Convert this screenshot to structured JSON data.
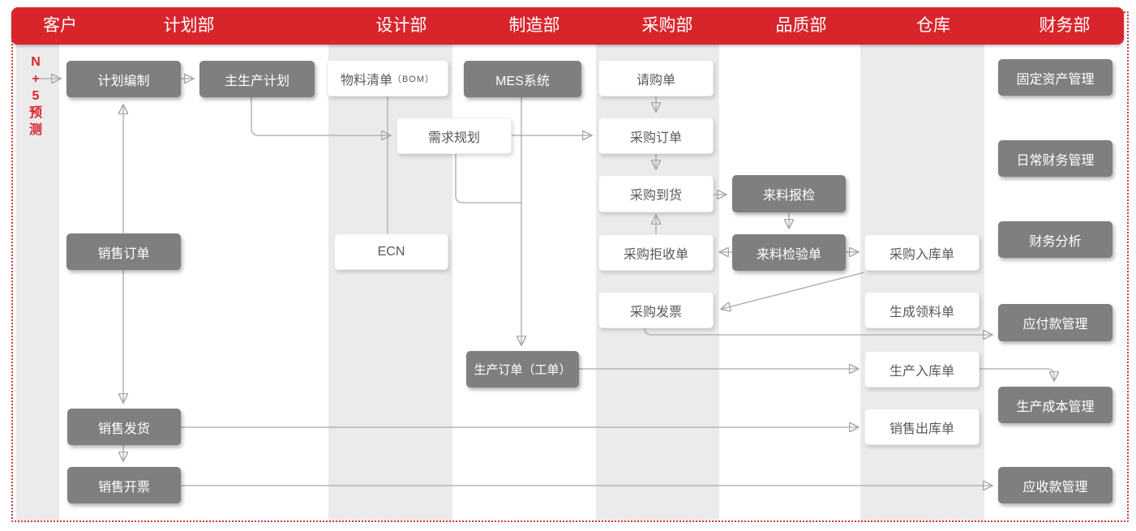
{
  "header": {
    "departments": [
      {
        "id": "customer",
        "label": "客户"
      },
      {
        "id": "planning",
        "label": "计划部"
      },
      {
        "id": "design",
        "label": "设计部"
      },
      {
        "id": "manufacturing",
        "label": "制造部"
      },
      {
        "id": "purchasing",
        "label": "采购部"
      },
      {
        "id": "quality",
        "label": "品质部"
      },
      {
        "id": "warehouse",
        "label": "仓库"
      },
      {
        "id": "finance",
        "label": "财务部"
      }
    ]
  },
  "side_note": {
    "text": "N + 5 预测",
    "lines": [
      "N",
      "+",
      "5",
      "预",
      "测"
    ]
  },
  "nodes": {
    "plan_creation": {
      "label": "计划编制",
      "department": "计划部",
      "style": "dark"
    },
    "mps": {
      "label": "主生产计划",
      "department": "计划部",
      "style": "dark"
    },
    "sales_order": {
      "label": "销售订单",
      "department": "计划部",
      "style": "dark"
    },
    "sales_shipment": {
      "label": "销售发货",
      "department": "计划部",
      "style": "dark"
    },
    "sales_invoicing": {
      "label": "销售开票",
      "department": "计划部",
      "style": "dark"
    },
    "bom": {
      "label": "物料清单",
      "suffix": "（BOM）",
      "department": "设计部",
      "style": "light"
    },
    "demand_planning": {
      "label": "需求规划",
      "department": "设计部",
      "style": "light"
    },
    "ecn": {
      "label": "ECN",
      "department": "设计部",
      "style": "light"
    },
    "mes": {
      "label": "MES系统",
      "department": "制造部",
      "style": "dark"
    },
    "production_order": {
      "label": "生产订单（工单）",
      "department": "制造部",
      "style": "dark"
    },
    "purchase_request": {
      "label": "请购单",
      "department": "采购部",
      "style": "light"
    },
    "purchase_order": {
      "label": "采购订单",
      "department": "采购部",
      "style": "light"
    },
    "purchase_arrival": {
      "label": "采购到货",
      "department": "采购部",
      "style": "light"
    },
    "purchase_rejection": {
      "label": "采购拒收单",
      "department": "采购部",
      "style": "light"
    },
    "purchase_invoice": {
      "label": "采购发票",
      "department": "采购部",
      "style": "light"
    },
    "incoming_report": {
      "label": "来料报检",
      "department": "品质部",
      "style": "dark"
    },
    "incoming_inspection": {
      "label": "来料检验单",
      "department": "品质部",
      "style": "dark"
    },
    "purchase_instock": {
      "label": "采购入库单",
      "department": "仓库",
      "style": "light"
    },
    "picking_list": {
      "label": "生成领料单",
      "department": "仓库",
      "style": "light"
    },
    "production_instock": {
      "label": "生产入库单",
      "department": "仓库",
      "style": "light"
    },
    "sales_outstock": {
      "label": "销售出库单",
      "department": "仓库",
      "style": "light"
    },
    "fixed_assets": {
      "label": "固定资产管理",
      "department": "财务部",
      "style": "dark"
    },
    "daily_finance": {
      "label": "日常财务管理",
      "department": "财务部",
      "style": "dark"
    },
    "financial_analysis": {
      "label": "财务分析",
      "department": "财务部",
      "style": "dark"
    },
    "accounts_payable": {
      "label": "应付款管理",
      "department": "财务部",
      "style": "dark"
    },
    "production_cost": {
      "label": "生产成本管理",
      "department": "财务部",
      "style": "dark"
    },
    "accounts_receivable": {
      "label": "应收款管理",
      "department": "财务部",
      "style": "dark"
    }
  },
  "edges": [
    {
      "from": "n_plus_5_forecast",
      "to": "plan_creation"
    },
    {
      "from": "plan_creation",
      "to": "mps"
    },
    {
      "from": "mps",
      "to": "demand_planning"
    },
    {
      "from": "bom",
      "to": "ecn"
    },
    {
      "from": "demand_planning",
      "to": "purchase_order"
    },
    {
      "from": "demand_planning",
      "to": "production_order"
    },
    {
      "from": "mes",
      "to": "production_order"
    },
    {
      "from": "purchase_request",
      "to": "purchase_order"
    },
    {
      "from": "purchase_order",
      "to": "purchase_arrival"
    },
    {
      "from": "purchase_arrival",
      "to": "incoming_report"
    },
    {
      "from": "incoming_report",
      "to": "incoming_inspection"
    },
    {
      "from": "incoming_inspection",
      "to": "purchase_rejection"
    },
    {
      "from": "incoming_inspection",
      "to": "purchase_instock"
    },
    {
      "from": "purchase_rejection",
      "to": "purchase_arrival"
    },
    {
      "from": "purchase_instock",
      "to": "purchase_invoice"
    },
    {
      "from": "purchase_invoice",
      "to": "accounts_payable"
    },
    {
      "from": "production_order",
      "to": "production_instock"
    },
    {
      "from": "production_instock",
      "to": "production_cost"
    },
    {
      "from": "sales_order",
      "to": "plan_creation"
    },
    {
      "from": "sales_order",
      "to": "sales_shipment"
    },
    {
      "from": "sales_shipment",
      "to": "sales_invoicing"
    },
    {
      "from": "sales_shipment",
      "to": "sales_outstock"
    },
    {
      "from": "sales_invoicing",
      "to": "accounts_receivable"
    }
  ],
  "colors": {
    "header_red": "#d8252c",
    "note_red": "#d8252c",
    "border_red": "#cc3b38",
    "band_gray": "#ebebeb",
    "dark_box_gray": "#7f7f7f",
    "light_box_text": "#595959",
    "line_gray": "#a9a9a9"
  }
}
